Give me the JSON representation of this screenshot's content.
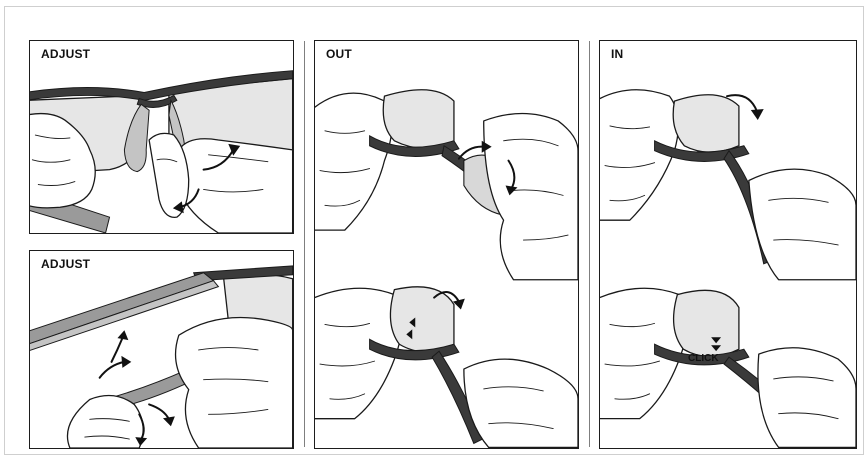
{
  "panels": {
    "adjust_top": {
      "label": "ADJUST"
    },
    "adjust_bottom": {
      "label": "ADJUST"
    },
    "out": {
      "label": "OUT"
    },
    "in": {
      "label": "IN",
      "click_text": "CLICK"
    }
  },
  "icons": [
    "rotate-arrow-icon",
    "triangle-arrow-icon"
  ]
}
